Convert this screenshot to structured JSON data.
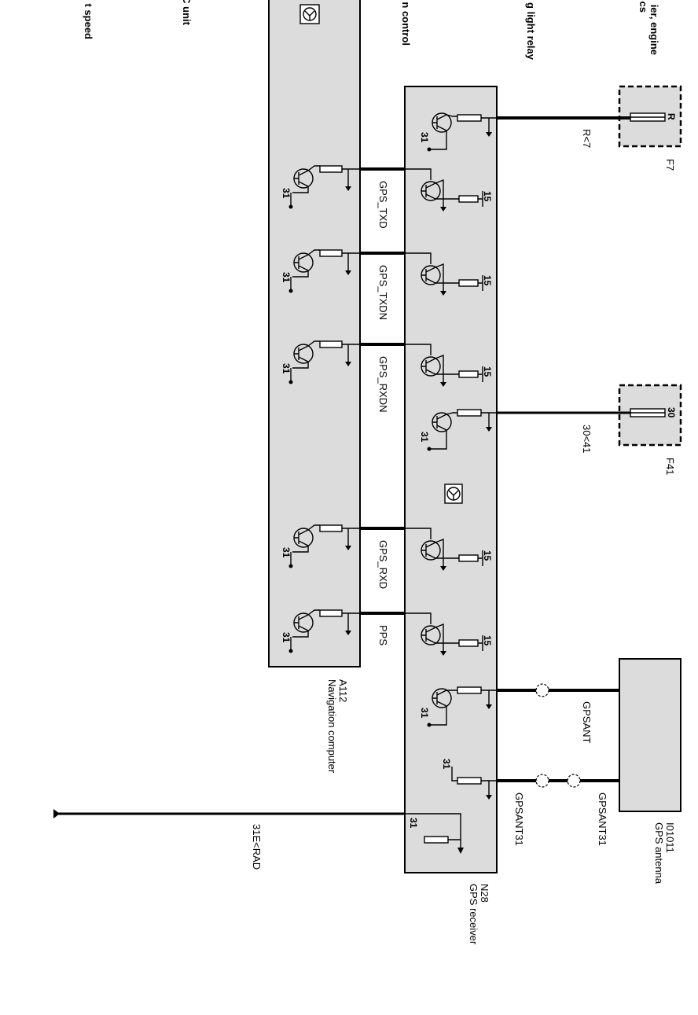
{
  "cropped_labels": {
    "c1": "t speed",
    "c2": "C unit",
    "c3": "n control",
    "c4": "g light relay",
    "c5": "ier, engine",
    "c6": "cs"
  },
  "components": {
    "a112": {
      "id": "A112",
      "name": "Navigation computer"
    },
    "n28": {
      "id": "N28",
      "name": "GPS receiver"
    },
    "i01011": {
      "id": "I01011",
      "name": "GPS antenna"
    },
    "f7": {
      "id": "F7",
      "pin": "R"
    },
    "f41": {
      "id": "F41",
      "pin": "30"
    }
  },
  "wires": {
    "gps_txd": "GPS_TXD",
    "gps_txdn": "GPS_TXDN",
    "gps_rxdn": "GPS_RXDN",
    "gps_rxd": "GPS_RXD",
    "pps": "PPS",
    "r7": "R<7",
    "w30_41": "30<41",
    "gpsant": "GPSANT",
    "gpsant31_a": "GPSANT31",
    "gpsant31_b": "GPSANT31",
    "ground_rad": "31E<RAD"
  },
  "pins": {
    "ground": "31",
    "supply": "15"
  }
}
